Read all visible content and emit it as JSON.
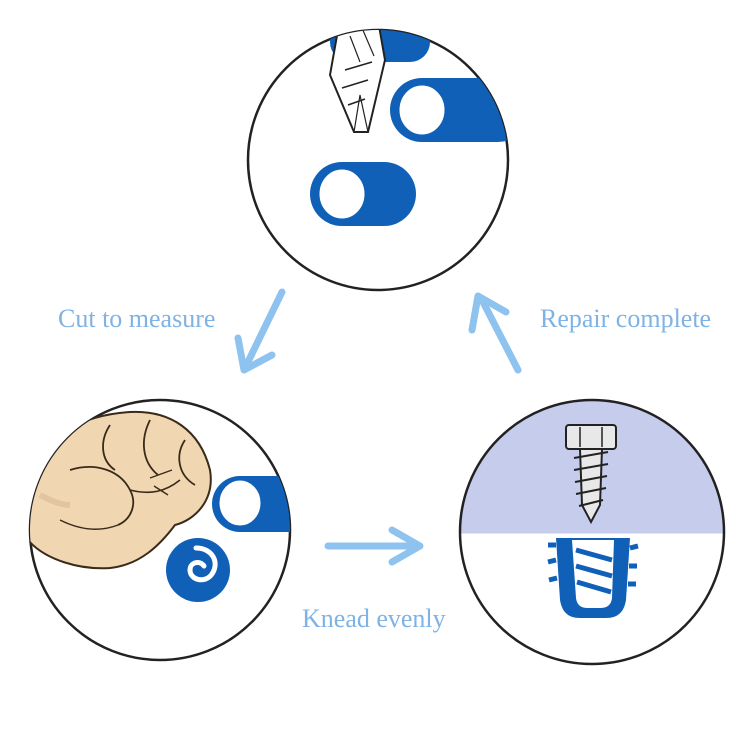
{
  "colors": {
    "label": "#7fb2e5",
    "arrow": "#8ec2ef",
    "blue": "#1060b8",
    "outline": "#222222",
    "sky": "#c6cdec",
    "skin": "#f0d7b2",
    "skin_shade": "#d9b994"
  },
  "steps": [
    {
      "id": "cut",
      "label": "Cut to measure",
      "icon": "cut-blade-and-putty-circle"
    },
    {
      "id": "knead",
      "label": "Knead evenly",
      "icon": "hand-kneading-putty-circle"
    },
    {
      "id": "repair",
      "label": "Repair complete",
      "icon": "screw-in-repaired-hole-circle"
    }
  ],
  "flow_arrows": [
    {
      "from": "cut",
      "to": "knead",
      "icon": "arrow-down-left-icon"
    },
    {
      "from": "knead",
      "to": "repair",
      "icon": "arrow-right-icon"
    },
    {
      "from": "repair",
      "to": "cut",
      "icon": "arrow-up-left-icon"
    }
  ]
}
